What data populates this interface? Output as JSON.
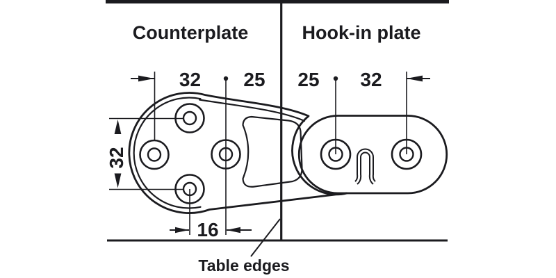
{
  "diagram": {
    "left_title": "Counterplate",
    "right_title": "Hook-in plate",
    "bottom_label": "Table edges",
    "dimensions": {
      "counterplate_hole_spacing_h": "32",
      "counterplate_to_edge": "25",
      "hookplate_to_edge": "25",
      "hookplate_hole_spacing": "32",
      "counterplate_hole_spacing_v": "32",
      "counterplate_bottom_spacing": "16"
    },
    "colors": {
      "line": "#1b1b1f",
      "background": "#ffffff"
    }
  }
}
